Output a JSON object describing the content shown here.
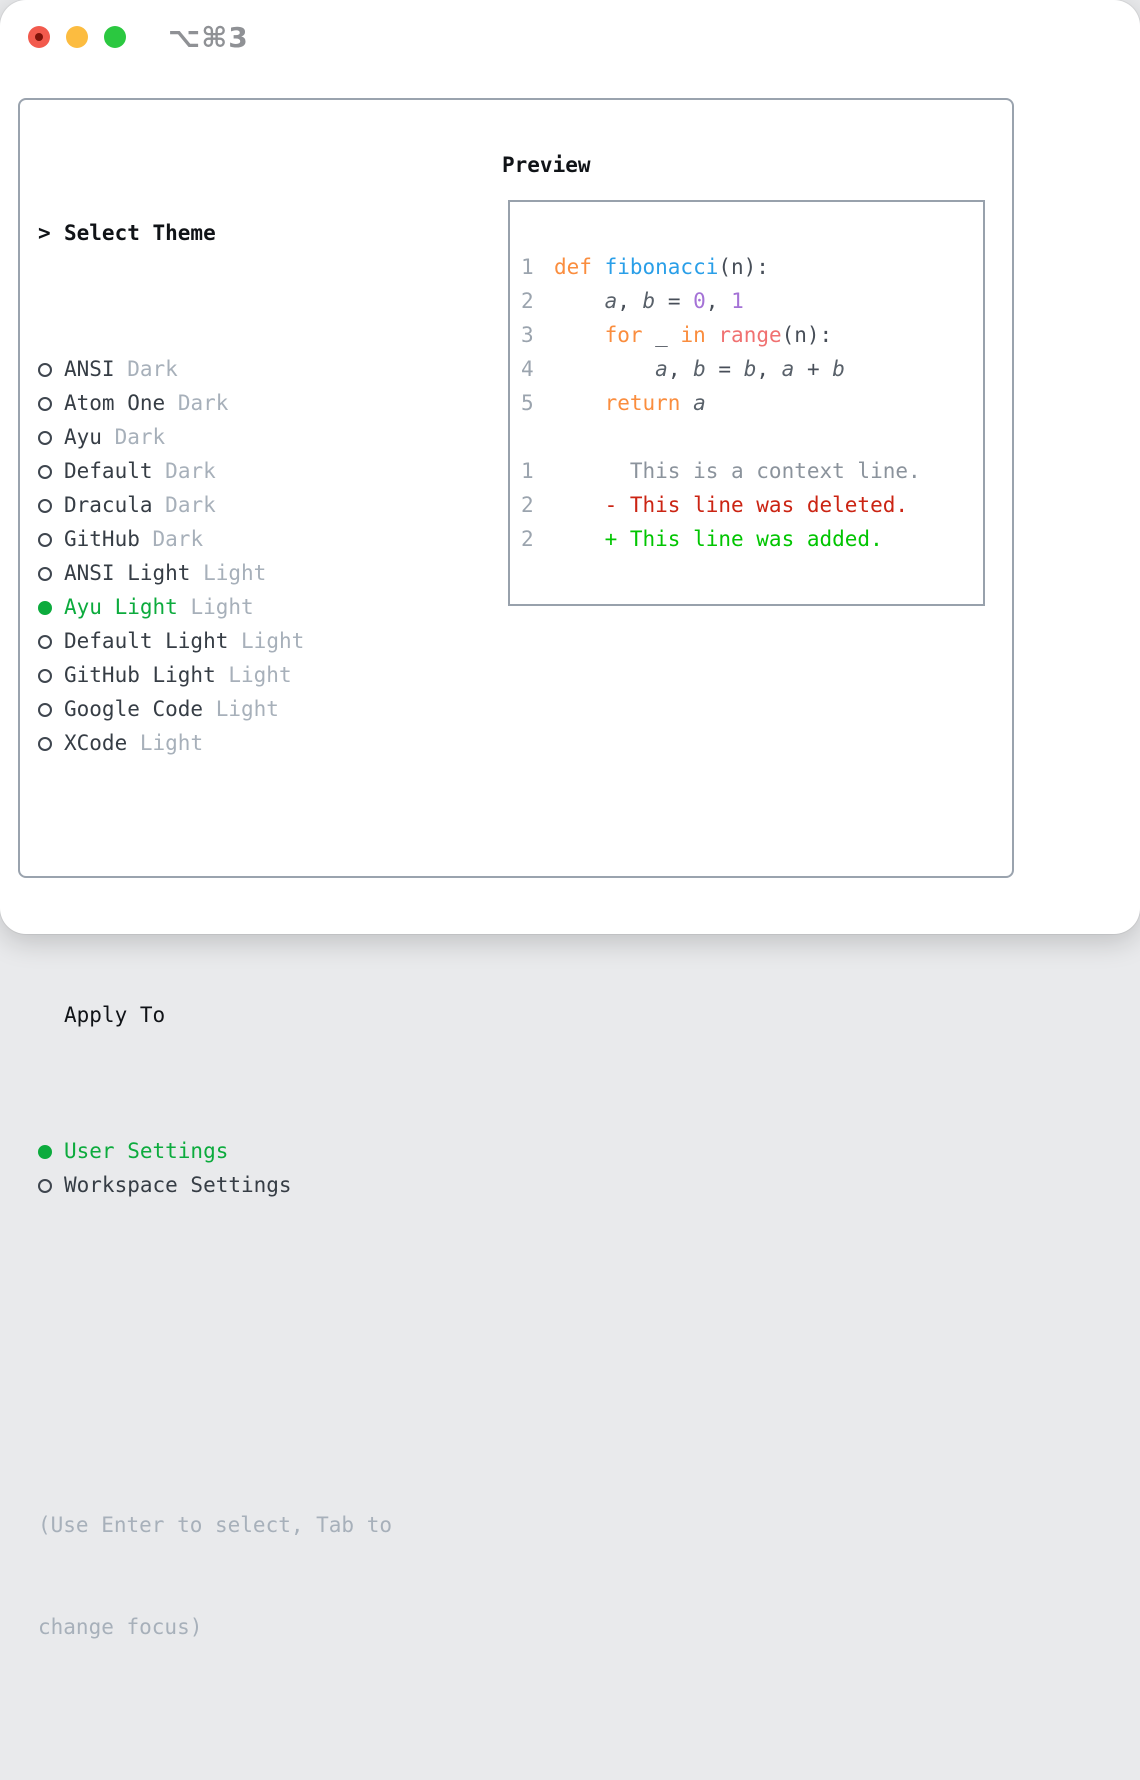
{
  "titlebar": {
    "shortcut": "⌥⌘3"
  },
  "colors": {
    "selection_green": "#0cab3d",
    "added_green": "#01c501",
    "deleted_red": "#cb2413",
    "keyword_orange": "#fa8d3e",
    "function_blue": "#2a9fe8",
    "constant_purple": "#a472d6",
    "call_coral": "#f07171",
    "muted_gray": "#a7b0ba",
    "traffic_red": "#f25a4d",
    "traffic_yellow": "#fcbc40",
    "traffic_green": "#2bc840"
  },
  "theme_picker": {
    "focus_marker": ">",
    "title": "Select Theme",
    "items": [
      {
        "label": "ANSI",
        "tag": "Dark",
        "selected": false
      },
      {
        "label": "Atom One",
        "tag": "Dark",
        "selected": false
      },
      {
        "label": "Ayu",
        "tag": "Dark",
        "selected": false
      },
      {
        "label": "Default",
        "tag": "Dark",
        "selected": false
      },
      {
        "label": "Dracula",
        "tag": "Dark",
        "selected": false
      },
      {
        "label": "GitHub",
        "tag": "Dark",
        "selected": false
      },
      {
        "label": "ANSI Light",
        "tag": "Light",
        "selected": false
      },
      {
        "label": "Ayu Light",
        "tag": "Light",
        "selected": true
      },
      {
        "label": "Default Light",
        "tag": "Light",
        "selected": false
      },
      {
        "label": "GitHub Light",
        "tag": "Light",
        "selected": false
      },
      {
        "label": "Google Code",
        "tag": "Light",
        "selected": false
      },
      {
        "label": "XCode",
        "tag": "Light",
        "selected": false
      }
    ],
    "apply_title": "Apply To",
    "apply_options": [
      {
        "label": "User Settings",
        "selected": true
      },
      {
        "label": "Workspace Settings",
        "selected": false
      }
    ],
    "hint_lines": [
      "(Use Enter to select, Tab to",
      "change focus)"
    ]
  },
  "preview": {
    "title": "Preview",
    "lines": [
      {
        "n": "1",
        "tokens": [
          {
            "c": "kw",
            "t": "def "
          },
          {
            "c": "fn",
            "t": "fibonacci"
          },
          {
            "c": "pn",
            "t": "(n):"
          }
        ]
      },
      {
        "n": "2",
        "tokens": [
          {
            "c": "pn",
            "t": "    "
          },
          {
            "c": "var",
            "t": "a"
          },
          {
            "c": "pn",
            "t": ", "
          },
          {
            "c": "var",
            "t": "b"
          },
          {
            "c": "pn",
            "t": " = "
          },
          {
            "c": "num",
            "t": "0"
          },
          {
            "c": "pn",
            "t": ", "
          },
          {
            "c": "num",
            "t": "1"
          }
        ]
      },
      {
        "n": "3",
        "tokens": [
          {
            "c": "pn",
            "t": "    "
          },
          {
            "c": "kw",
            "t": "for"
          },
          {
            "c": "pn",
            "t": " _ "
          },
          {
            "c": "kw",
            "t": "in"
          },
          {
            "c": "pn",
            "t": " "
          },
          {
            "c": "sp",
            "t": "range"
          },
          {
            "c": "pn",
            "t": "(n):"
          }
        ]
      },
      {
        "n": "4",
        "tokens": [
          {
            "c": "pn",
            "t": "        "
          },
          {
            "c": "var",
            "t": "a"
          },
          {
            "c": "pn",
            "t": ", "
          },
          {
            "c": "var",
            "t": "b"
          },
          {
            "c": "pn",
            "t": " = "
          },
          {
            "c": "var",
            "t": "b"
          },
          {
            "c": "pn",
            "t": ", "
          },
          {
            "c": "var",
            "t": "a"
          },
          {
            "c": "pn",
            "t": " + "
          },
          {
            "c": "var",
            "t": "b"
          }
        ]
      },
      {
        "n": "5",
        "tokens": [
          {
            "c": "pn",
            "t": "    "
          },
          {
            "c": "kw",
            "t": "return"
          },
          {
            "c": "pn",
            "t": " "
          },
          {
            "c": "var",
            "t": "a"
          }
        ]
      },
      {
        "n": "",
        "tokens": []
      },
      {
        "n": "1",
        "tokens": [
          {
            "c": "ctx",
            "t": "      This is a context line."
          }
        ]
      },
      {
        "n": "2",
        "tokens": [
          {
            "c": "del",
            "t": "    - This line was deleted."
          }
        ]
      },
      {
        "n": "2",
        "tokens": [
          {
            "c": "add",
            "t": "    + This line was added."
          }
        ]
      }
    ]
  }
}
